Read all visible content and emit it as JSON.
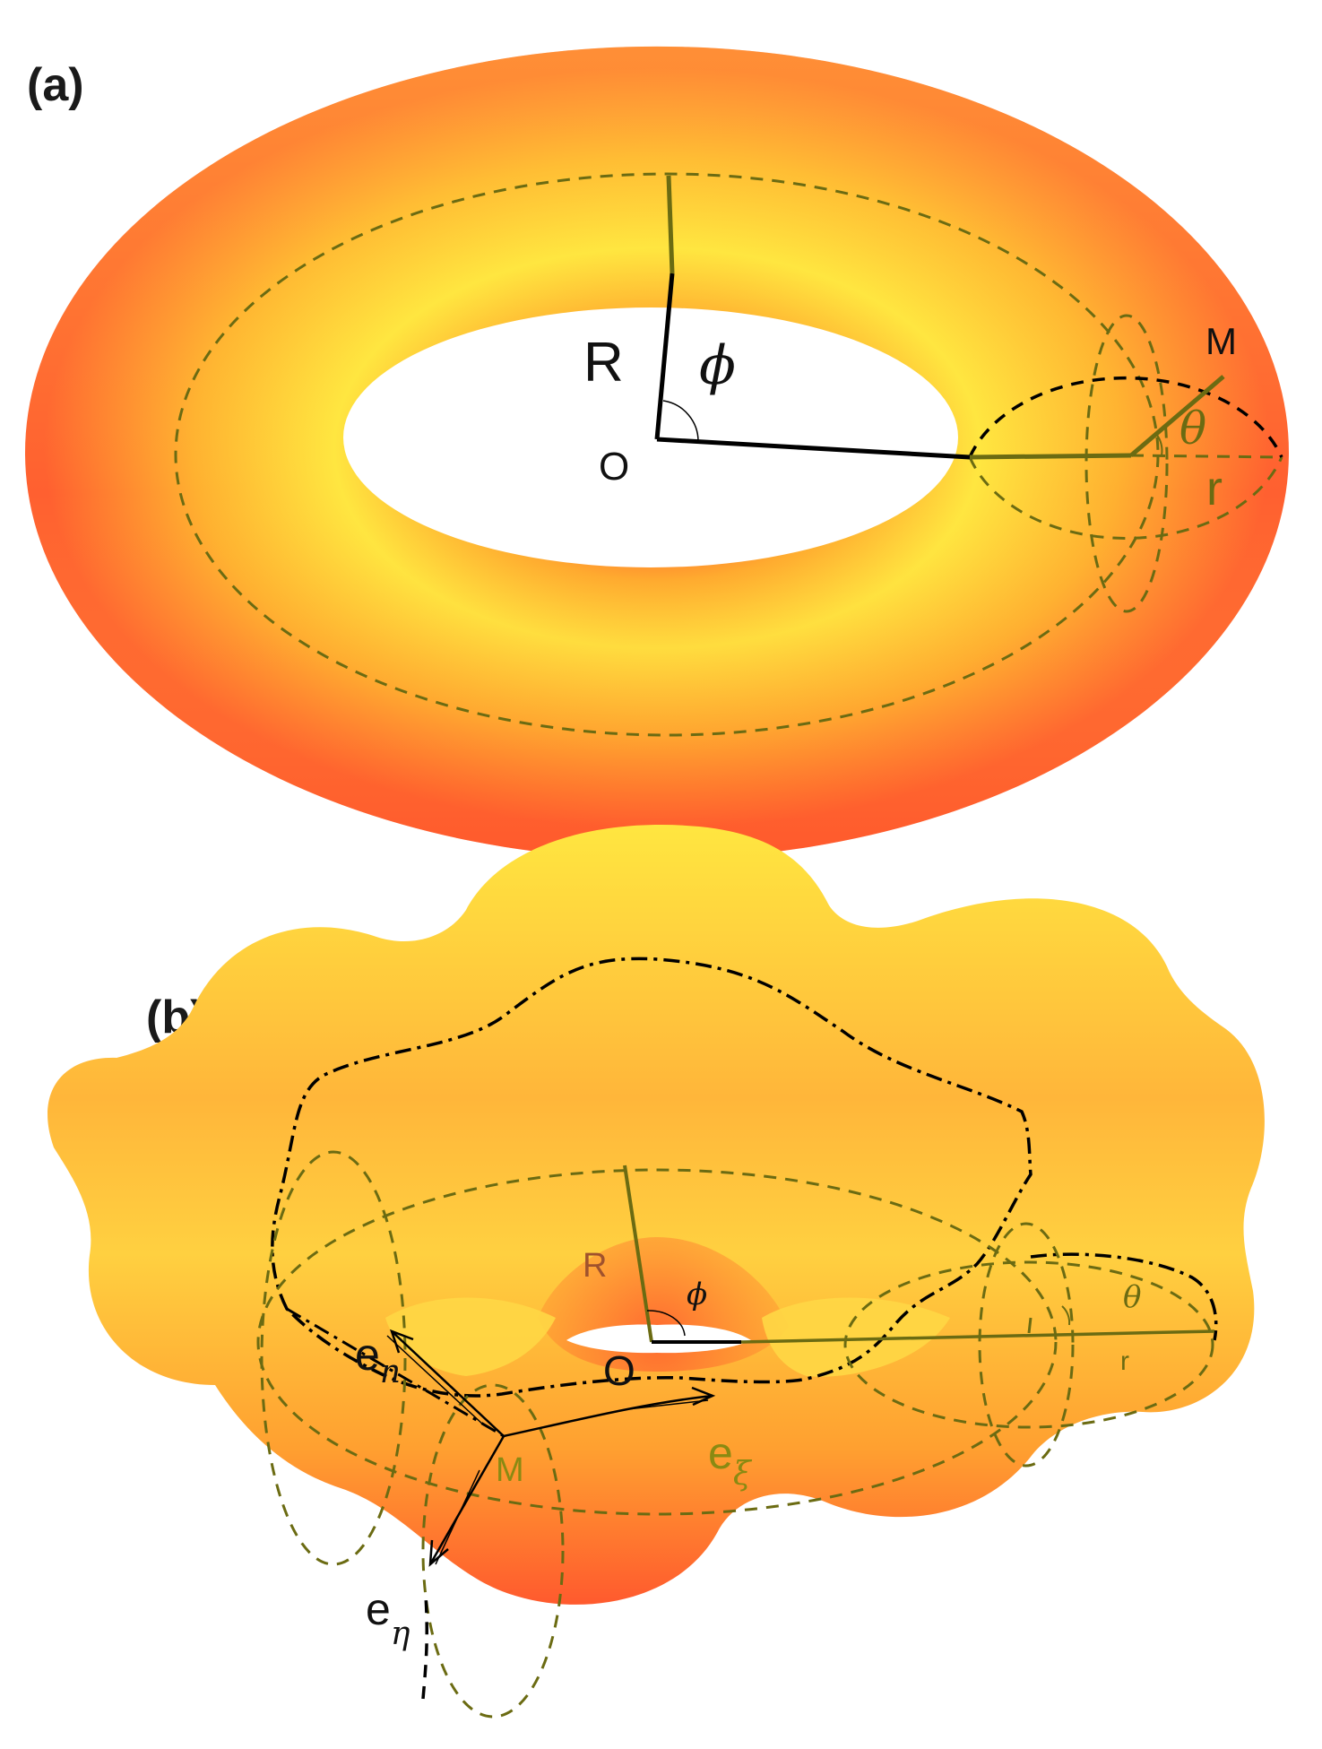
{
  "panel_a": {
    "label": "(a)",
    "labels": {
      "R": "R",
      "phi": "ϕ",
      "O": "O",
      "M": "M",
      "theta": "θ",
      "r": "r"
    }
  },
  "panel_b": {
    "label": "(b)",
    "labels": {
      "R": "R",
      "phi": "ϕ",
      "O": "O",
      "theta": "θ",
      "r": "r",
      "M": "M",
      "e_n_base": "e",
      "e_n_sub": "n",
      "e_xi_base": "e",
      "e_xi_sub": "ξ",
      "e_eta_base": "e",
      "e_eta_sub": "η"
    }
  },
  "colors": {
    "torus_light": "#FFE640",
    "torus_mid": "#FFB030",
    "torus_dark": "#FF5A2E",
    "olive": "#6B6B12",
    "black": "#000000"
  }
}
